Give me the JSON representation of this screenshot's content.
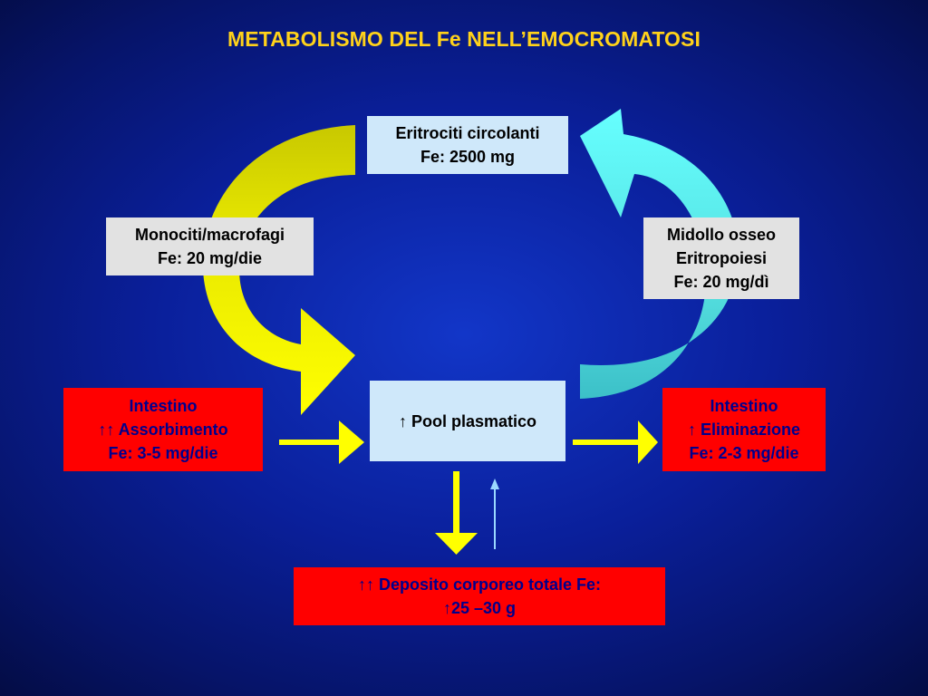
{
  "title": "METABOLISMO DEL Fe NELL’EMOCROMATOSI",
  "colors": {
    "background": "#0a1f9a",
    "title": "#ffd21a",
    "yellow_arrow": "#ffff00",
    "cyan_arrow": "#66ffff",
    "node_light": "#cfe8fa",
    "node_grey": "#e2e2e2",
    "node_red": "#ff0000",
    "red_text": "#00008c"
  },
  "nodes": {
    "erythrocytes": {
      "line1": "Eritrociti circolanti",
      "line2": "Fe: 2500 mg"
    },
    "macrophages": {
      "line1": "Monociti/macrofagi",
      "line2": "Fe: 20 mg/die"
    },
    "marrow": {
      "line1": "Midollo osseo",
      "line2": "Eritropoiesi",
      "line3": "Fe: 20 mg/dì"
    },
    "pool": {
      "line1": "↑ Pool plasmatico"
    },
    "intestine_absorption": {
      "line1": "Intestino",
      "line2": "↑↑ Assorbimento",
      "line3": "Fe: 3-5 mg/die"
    },
    "intestine_elimination": {
      "line1": "Intestino",
      "line2": "↑ Eliminazione",
      "line3": "Fe: 2-3 mg/die"
    },
    "deposit": {
      "line1": "↑↑ Deposito corporeo totale Fe:",
      "line2": "↑25 –30 g"
    }
  },
  "icons": {
    "yellow_curved_arrow": "curved-arrow-right",
    "cyan_curved_arrow": "curved-arrow-up",
    "absorption_arrow": "arrow-right",
    "elimination_arrow": "arrow-right",
    "deposit_arrow": "arrow-down",
    "release_arrow": "arrow-up"
  }
}
